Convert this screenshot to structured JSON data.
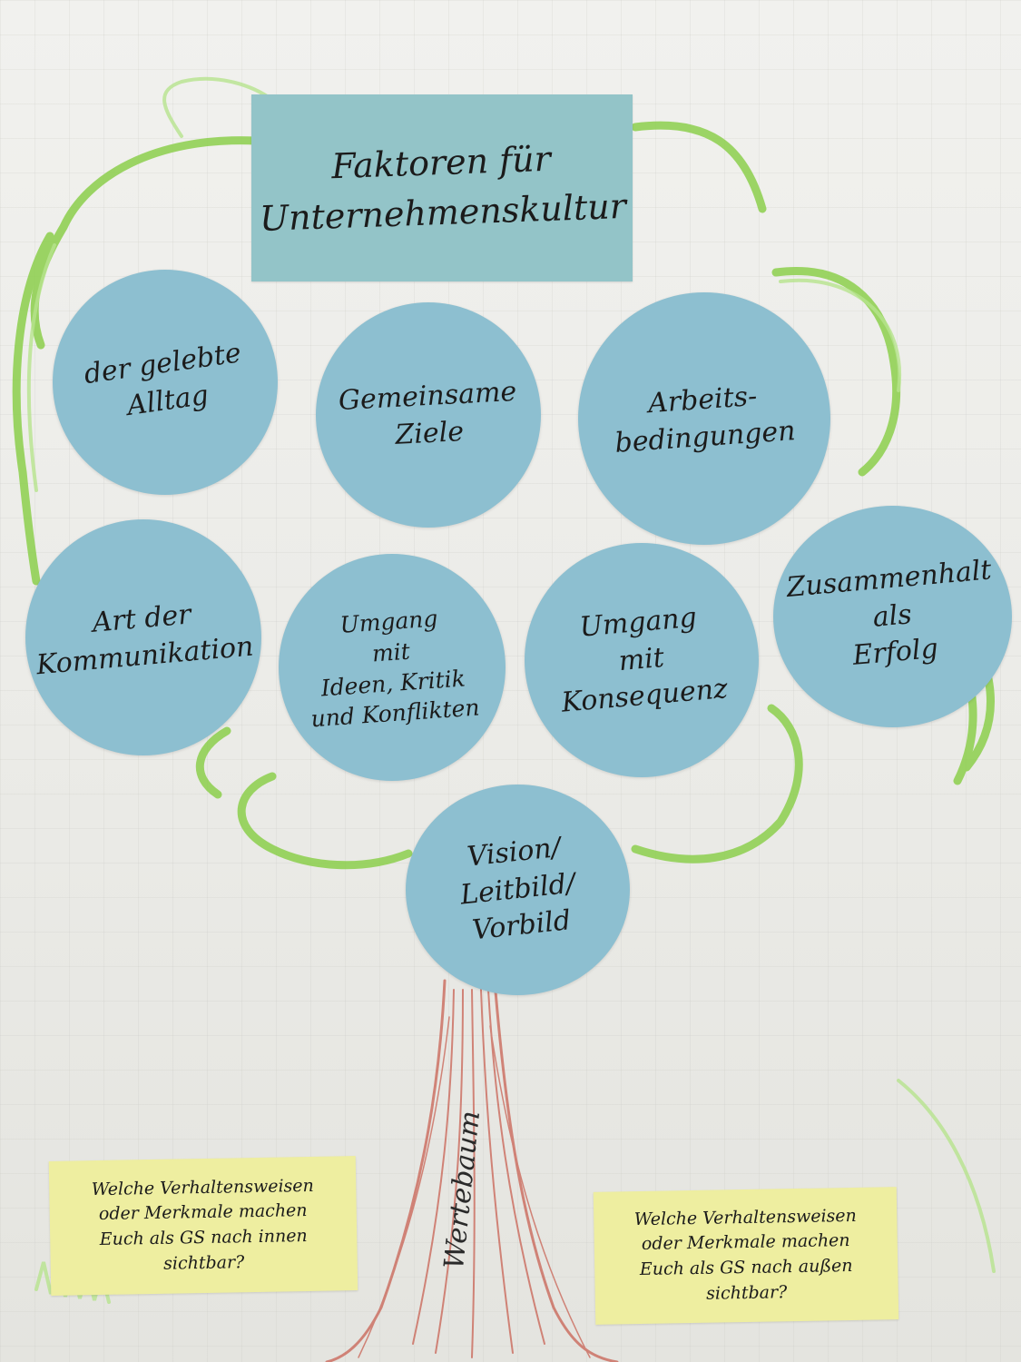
{
  "title": "Faktoren für\nUnternehmenskultur",
  "circles": [
    {
      "text": "der gelebte\nAlltag"
    },
    {
      "text": "Gemeinsame\nZiele"
    },
    {
      "text": "Arbeits-\nbedingungen"
    },
    {
      "text": "Art der\nKommunikation"
    },
    {
      "text": "Umgang\nmit\nIdeen, Kritik\nund Konflikten"
    },
    {
      "text": "Umgang\nmit\nKonsequenz"
    },
    {
      "text": "Zusammenhalt\nals\nErfolg"
    },
    {
      "text": "Vision/\nLeitbild/\nVorbild"
    }
  ],
  "notes": [
    {
      "text": "Welche Verhaltensweisen\noder Merkmale machen\nEuch als GS nach innen\nsichtbar?"
    },
    {
      "text": "Welche Verhaltensweisen\noder Merkmale machen\nEuch als GS nach außen\nsichtbar?"
    }
  ],
  "trunk_label": "Wertebaum",
  "colors": {
    "paper": "#eeeeea",
    "title_card": "#93c4c8",
    "circle": "#8dbfd0",
    "sticky_note": "#eeeea0",
    "crown_outline": "#8ccf4c",
    "trunk": "#c7594a"
  }
}
